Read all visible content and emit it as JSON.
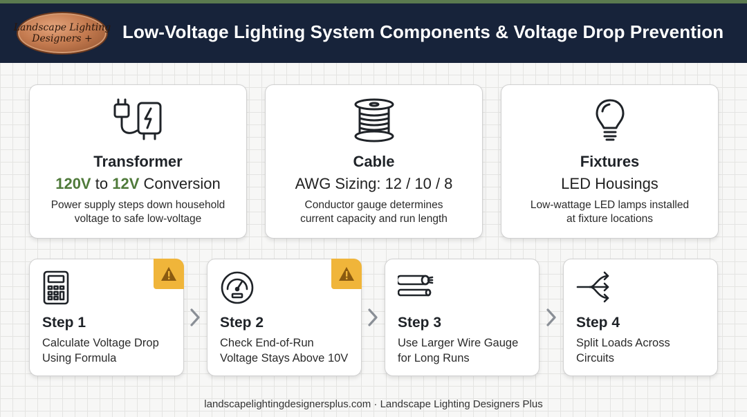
{
  "header": {
    "logo_line1": "Landscape Lighting",
    "logo_line2": "Designers +",
    "title": "Low-Voltage Lighting System Components & Voltage Drop Prevention"
  },
  "components": [
    {
      "icon": "plug-transformer-icon",
      "title": "Transformer",
      "sub_from": "120V",
      "sub_to_word": "to",
      "sub_to": "12V",
      "sub_rest": "Conversion",
      "desc_line1": "Power supply steps down household",
      "desc_line2": "voltage to safe low-voltage"
    },
    {
      "icon": "cable-spool-icon",
      "title": "Cable",
      "subtitle": "AWG Sizing: 12 / 10 / 8",
      "desc_line1": "Conductor gauge determines",
      "desc_line2": "current capacity and run length"
    },
    {
      "icon": "light-bulb-icon",
      "title": "Fixtures",
      "subtitle": "LED Housings",
      "desc_line1": "Low-wattage LED lamps installed",
      "desc_line2": "at fixture locations"
    }
  ],
  "steps": [
    {
      "icon": "calculator-icon",
      "title": "Step 1",
      "desc_line1": "Calculate Voltage Drop",
      "desc_line2": "Using Formula",
      "warning": true
    },
    {
      "icon": "gauge-meter-icon",
      "title": "Step 2",
      "desc_line1": "Check End-of-Run",
      "desc_line2": "Voltage Stays Above 10V",
      "warning": true
    },
    {
      "icon": "wire-cable-icon",
      "title": "Step 3",
      "desc_line1": "Use Larger Wire Gauge",
      "desc_line2": "for Long Runs",
      "warning": false
    },
    {
      "icon": "split-arrows-icon",
      "title": "Step 4",
      "desc_line1": "Split Loads Across",
      "desc_line2": "Circuits",
      "warning": false
    }
  ],
  "footer": {
    "text": "landscapelightingdesignersplus.com · Landscape Lighting Designers Plus"
  },
  "colors": {
    "header_bg": "#17233a",
    "accent_green": "#4f7a3a",
    "warning": "#f0b53a"
  }
}
